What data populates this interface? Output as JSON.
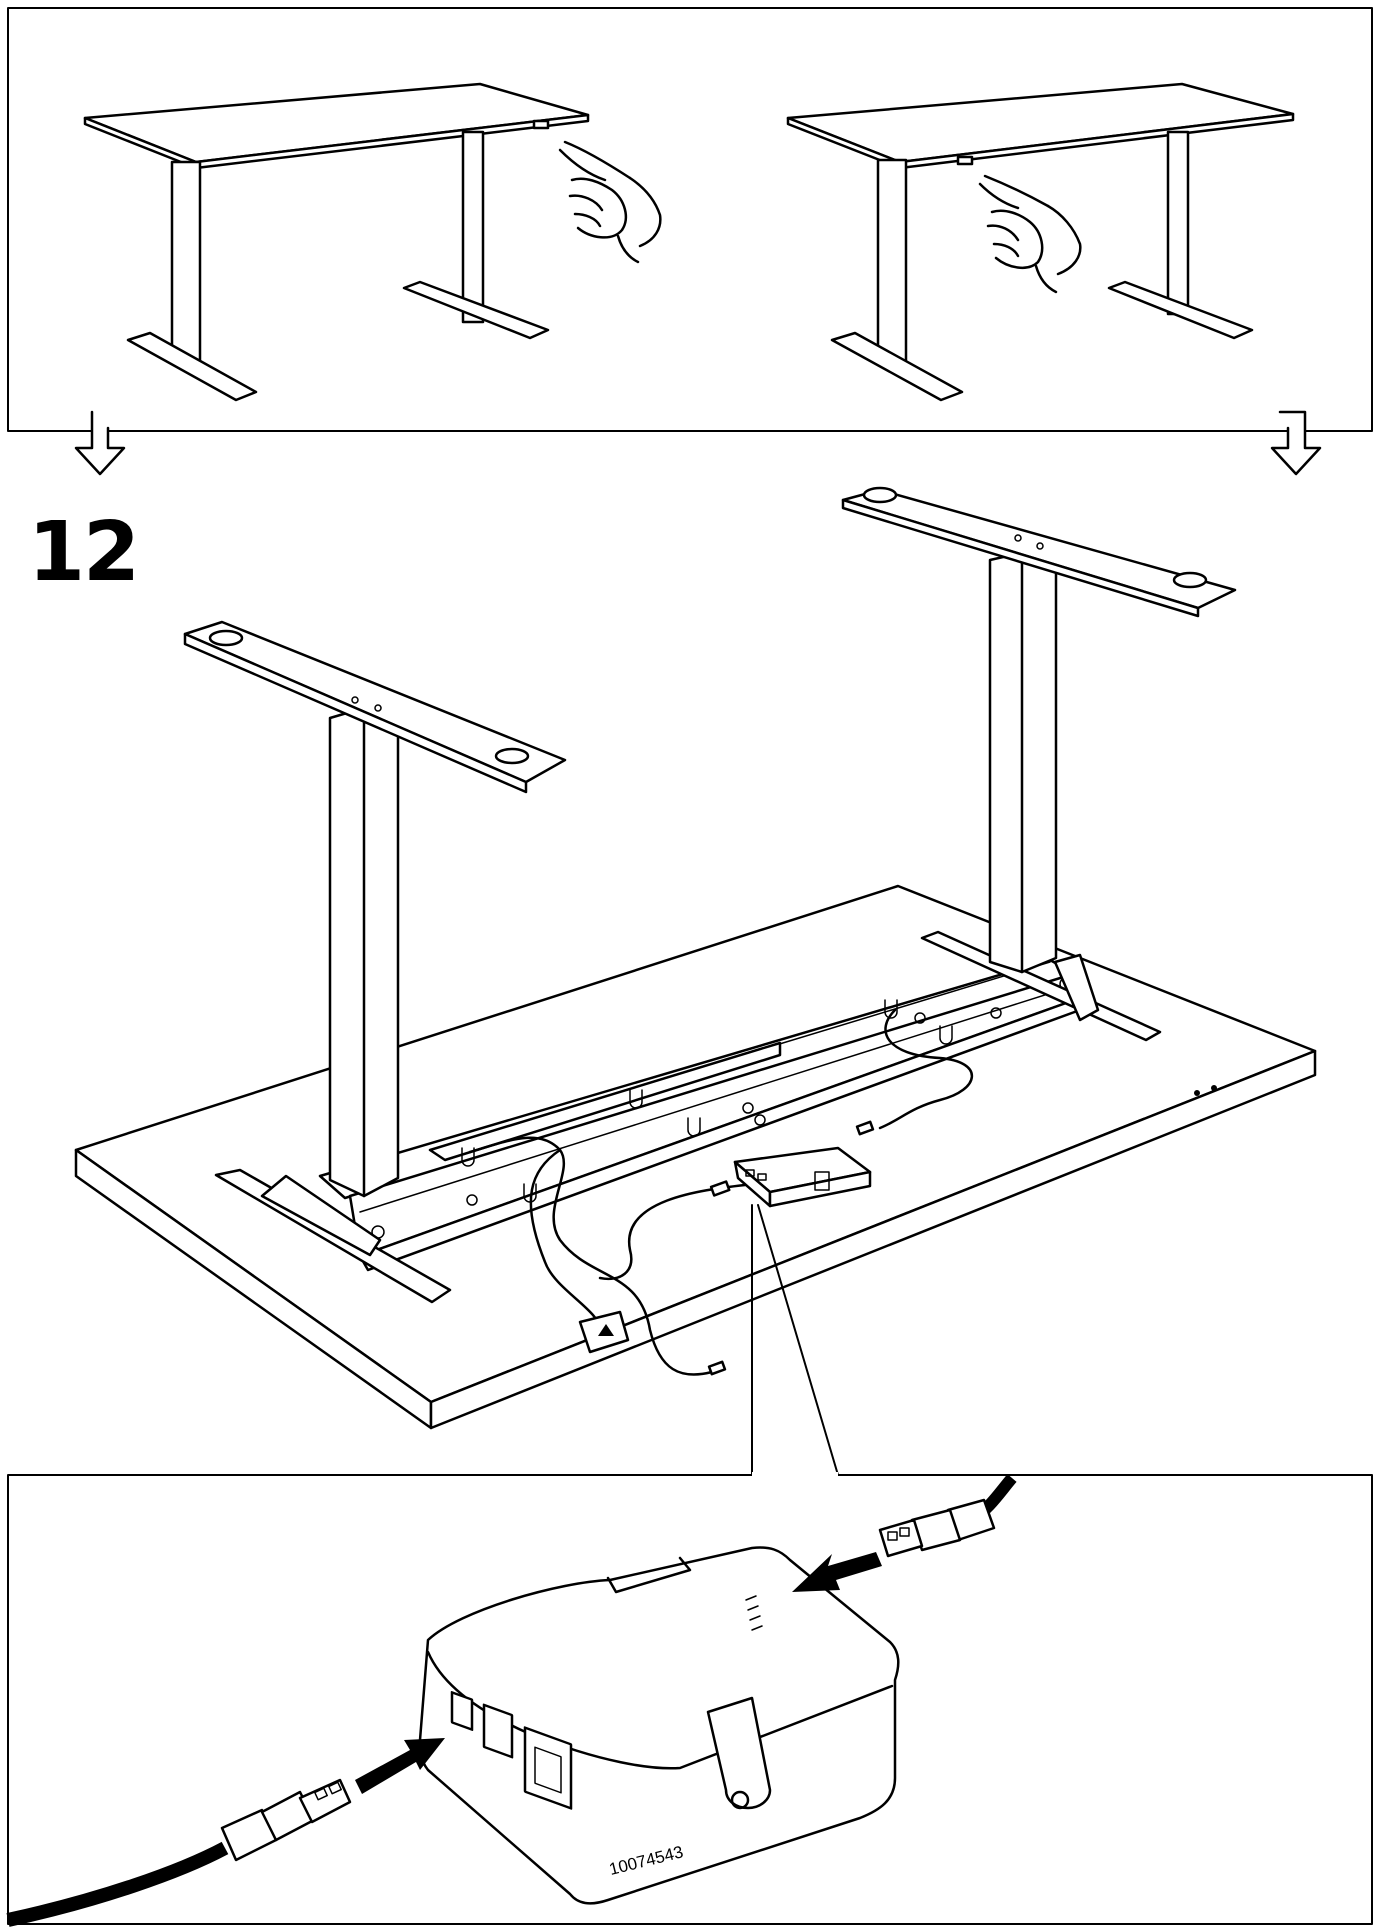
{
  "step": {
    "number": "12"
  },
  "illustrations": {
    "top_panel": [
      "desk-down-button-press",
      "desk-up-button-press"
    ],
    "main": "desk-frame-assembly-underside",
    "detail": "control-box-cable-connection"
  },
  "footer": {
    "part_number": "10074543"
  },
  "colors": {
    "line": "#000000",
    "background": "#ffffff"
  }
}
